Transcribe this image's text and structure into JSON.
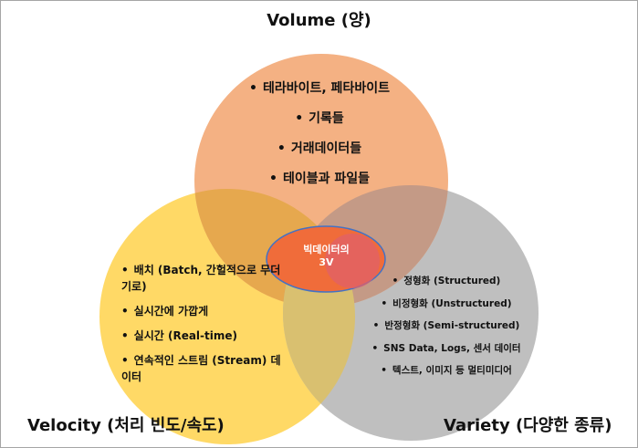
{
  "colors": {
    "volume": "#F4B183",
    "velocity": "#FFD966",
    "variety": "#BFBFBF",
    "center": "#F06C3A",
    "center_border": "#4472C4"
  },
  "volume": {
    "title": "Volume (양)",
    "items": [
      "테라바이트, 페타바이트",
      "기록들",
      "거래데이터들",
      "테이블과 파일들"
    ]
  },
  "velocity": {
    "title": "Velocity (처리 빈도/속도)",
    "items": [
      "배치 (Batch, 간헐적으로 무더기로)",
      "실시간에 가깝게",
      "실시간 (Real-time)",
      "연속적인 스트림 (Stream) 데이터"
    ]
  },
  "variety": {
    "title": "Variety (다양한 종류)",
    "items": [
      "정형화 (Structured)",
      "비정형화 (Unstructured)",
      "반정형화 (Semi-structured)",
      "SNS Data, Logs, 센서 데이터",
      "텍스트, 이미지 등 멀티미디어"
    ]
  },
  "center": {
    "line1": "빅데이터의",
    "line2": "3V"
  },
  "bullet": "•"
}
